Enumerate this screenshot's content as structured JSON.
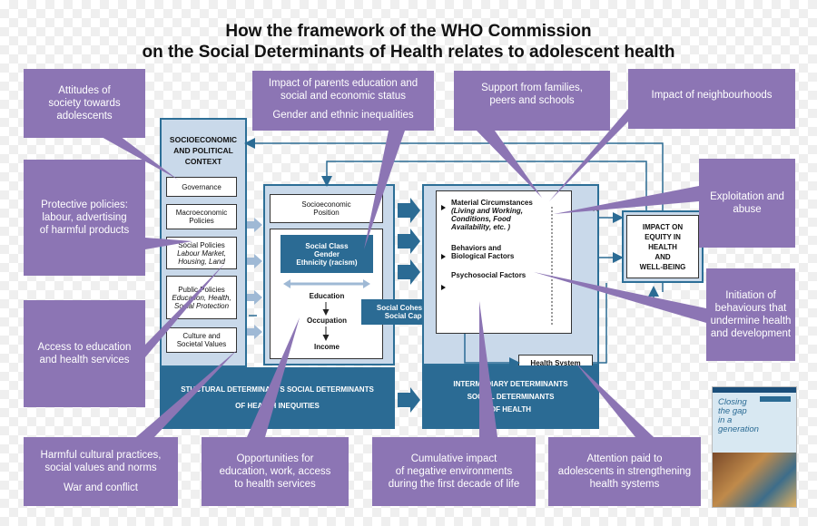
{
  "title": {
    "line1": "How the framework of the WHO Commission",
    "line2": "on the Social Determinants of Health relates to adolescent health"
  },
  "callouts": {
    "attitudes": [
      "Attitudes of",
      "society towards",
      "adolescents"
    ],
    "protective": [
      "Protective policies:",
      "labour, advertising",
      "of harmful products"
    ],
    "access": [
      "Access to education",
      "and health services"
    ],
    "harmful": [
      "Harmful cultural practices,",
      "social values and norms",
      "War and conflict"
    ],
    "parents": [
      "Impact of parents education and",
      "social and economic status",
      "Gender and ethnic inequalities"
    ],
    "support": [
      "Support from families,",
      "peers and schools"
    ],
    "neighbourhoods": [
      "Impact of neighbourhoods"
    ],
    "exploitation": [
      "Exploitation and",
      "abuse"
    ],
    "initiation": [
      "Initiation of",
      "behaviours that",
      "undermine health",
      "and development"
    ],
    "opportunities": [
      "Opportunities for",
      "education, work, access",
      "to health services"
    ],
    "cumulative": [
      "Cumulative impact",
      "of negative environments",
      "during the first decade of life"
    ],
    "attention": [
      "Attention paid to",
      "adolescents in strengthening",
      "health systems"
    ]
  },
  "framework": {
    "context_header": [
      "SOCIOECONOMIC",
      "AND POLITICAL",
      "CONTEXT"
    ],
    "governance": "Governance",
    "macro": [
      "Macroeconomic",
      "Policies"
    ],
    "social_policies": [
      "Social Policies",
      "Labour Market,",
      "Housing, Land"
    ],
    "public_policies": [
      "Public Policies",
      "Education, Health,",
      "Social Protection"
    ],
    "culture": [
      "Culture and",
      "Societal Values"
    ],
    "ses_position": [
      "Socioeconomic",
      "Position"
    ],
    "social_class": [
      "Social Class",
      "Gender",
      "Ethnicity (racism)"
    ],
    "education": "Education",
    "occupation": "Occupation",
    "income": "Income",
    "cohesion": [
      "Social Cohesion &",
      "Social Capital"
    ],
    "material": [
      "Material Circumstances",
      "(Living and Working,",
      "Conditions, Food",
      "Availability, etc. )"
    ],
    "behaviors": [
      "Behaviors and",
      "Biological Factors"
    ],
    "psychosocial": "Psychosocial Factors",
    "health_system": "Health System",
    "impact": [
      "IMPACT ON",
      "EQUITY IN",
      "HEALTH",
      "AND",
      "WELL-BEING"
    ],
    "structural": [
      "STUCTURAL DETERMINANTS SOCIAL DETERMINANTS",
      "OF HEALTH INEQUITIES"
    ],
    "intermediary": [
      "INTERMEDIARY DETERMINANTS",
      "SOCIAL DETERMINANTS",
      "OF HEALTH"
    ]
  },
  "book": {
    "title": [
      "Closing",
      "the gap",
      "in a",
      "generation"
    ]
  },
  "colors": {
    "purple": "#8c75b4",
    "dark_blue": "#2b6b94",
    "light_blue": "#c9d9ea"
  }
}
